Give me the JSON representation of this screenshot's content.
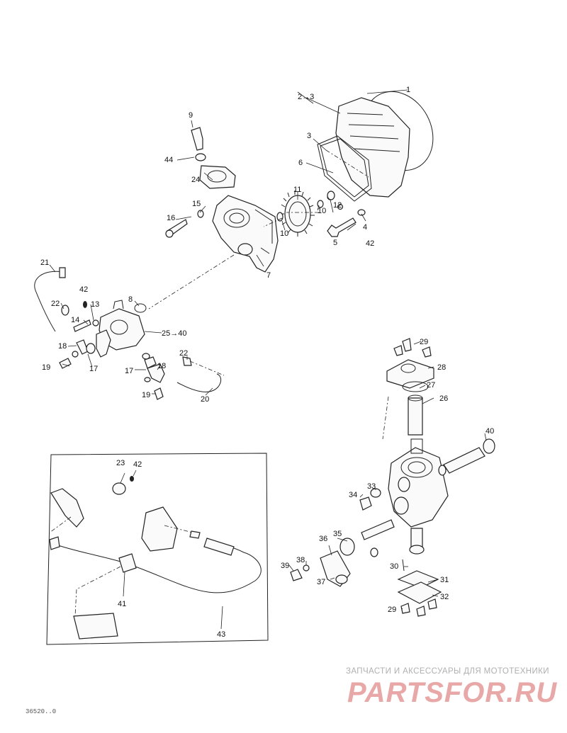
{
  "callouts": {
    "c1": "1",
    "c2_3": "2→3",
    "c3": "3",
    "c4": "4",
    "c5": "5",
    "c6": "6",
    "c7": "7",
    "c8": "8",
    "c9": "9",
    "c10a": "10",
    "c10b": "10",
    "c11": "11",
    "c12": "12",
    "c13": "13",
    "c14": "14",
    "c15": "15",
    "c16": "16",
    "c17a": "17",
    "c17b": "17",
    "c18a": "18",
    "c18b": "18",
    "c19a": "19",
    "c19b": "19",
    "c20": "20",
    "c21": "21",
    "c22a": "22",
    "c22b": "22",
    "c23": "23",
    "c24": "24",
    "c25_40": "25→40",
    "c26": "26",
    "c27": "27",
    "c28": "28",
    "c29a": "29",
    "c29b": "29",
    "c30": "30",
    "c31": "31",
    "c32": "32",
    "c33": "33",
    "c34": "34",
    "c35": "35",
    "c36": "36",
    "c37": "37",
    "c38": "38",
    "c39": "39",
    "c40": "40",
    "c41": "41",
    "c42a": "42",
    "c42b": "42",
    "c42c": "42",
    "c43": "43",
    "c44": "44"
  },
  "watermark": {
    "tagline": "ЗАПЧАСТИ И АКСЕССУАРЫ ДЛЯ МОТОТЕХНИКИ",
    "logo": "PARTSFOR.RU"
  },
  "figure_code": "36520..0"
}
